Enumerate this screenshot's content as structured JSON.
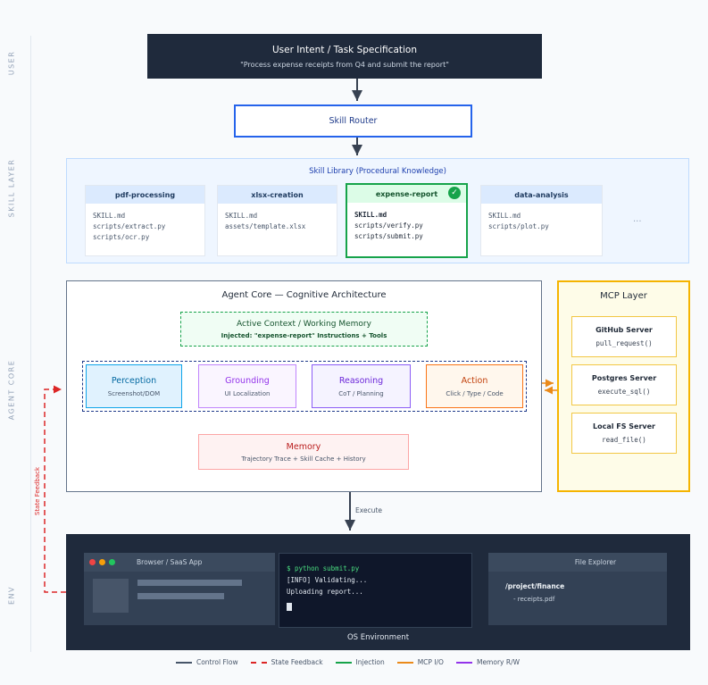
{
  "lanes": {
    "user": "USER",
    "skill_layer": "SKILL LAYER",
    "agent_core": "AGENT CORE",
    "env": "ENV"
  },
  "user_intent": {
    "title": "User Intent / Task Specification",
    "quote": "\"Process expense receipts from Q4 and submit the report\""
  },
  "router": {
    "label": "Skill Router"
  },
  "skill_library": {
    "title": "Skill Library (Procedural Knowledge)",
    "skills": [
      {
        "name": "pdf-processing",
        "files": [
          "SKILL.md",
          "scripts/extract.py",
          "scripts/ocr.py"
        ]
      },
      {
        "name": "xlsx-creation",
        "files": [
          "SKILL.md",
          "assets/template.xlsx"
        ]
      },
      {
        "name": "expense-report",
        "files": [
          "SKILL.md",
          "scripts/verify.py",
          "scripts/submit.py"
        ]
      },
      {
        "name": "data-analysis",
        "files": [
          "SKILL.md",
          "scripts/plot.py"
        ]
      }
    ],
    "more": "..."
  },
  "agent_core": {
    "title": "Agent Core — Cognitive Architecture",
    "context_title": "Active Context / Working Memory",
    "context_sub": "Injected: \"expense-report\" Instructions + Tools",
    "stages": [
      {
        "title": "Perception",
        "sub": "Screenshot/DOM"
      },
      {
        "title": "Grounding",
        "sub": "UI Localization"
      },
      {
        "title": "Reasoning",
        "sub": "CoT / Planning"
      },
      {
        "title": "Action",
        "sub": "Click / Type / Code"
      }
    ],
    "memory_title": "Memory",
    "memory_sub": "Trajectory Trace + Skill Cache + History"
  },
  "mcp": {
    "title": "MCP Layer",
    "servers": [
      {
        "name": "GitHub Server",
        "fn": "pull_request()"
      },
      {
        "name": "Postgres Server",
        "fn": "execute_sql()"
      },
      {
        "name": "Local FS Server",
        "fn": "read_file()"
      }
    ]
  },
  "edges": {
    "execute": "Execute",
    "state_feedback": "State Feedback"
  },
  "env": {
    "title": "OS Environment",
    "browser_title": "Browser / SaaS App",
    "terminal": [
      "$ python submit.py",
      "[INFO] Validating...",
      "Uploading report..."
    ],
    "explorer_title": "File Explorer",
    "explorer_path": "/project/finance",
    "explorer_file": "- receipts.pdf"
  },
  "legend": [
    {
      "label": "Control Flow",
      "color": "#475569",
      "style": "solid"
    },
    {
      "label": "State Feedback",
      "color": "#dc2626",
      "style": "dashed"
    },
    {
      "label": "Injection",
      "color": "#16a34a",
      "style": "solid"
    },
    {
      "label": "MCP I/O",
      "color": "#ea8a1a",
      "style": "solid"
    },
    {
      "label": "Memory R/W",
      "color": "#9333ea",
      "style": "solid"
    }
  ],
  "colors": {
    "navy": "#1f2a3c",
    "router": "#2563eb",
    "skill_active": "#16a34a",
    "perception": "#0ea5e9",
    "grounding": "#c084fc",
    "reasoning": "#8b5cf6",
    "action": "#f97316",
    "memory": "#fca5a5",
    "mcp": "#f5b400"
  }
}
